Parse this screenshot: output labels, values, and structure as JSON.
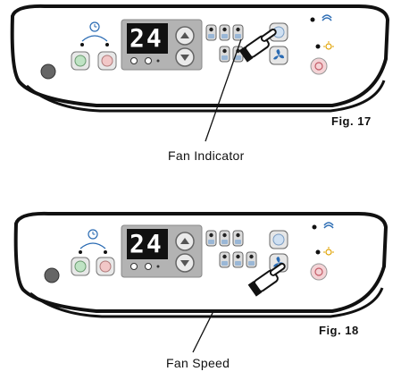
{
  "figures": [
    {
      "display_value": "24",
      "figure_label": "Fig. 17",
      "callout": "Fan Indicator"
    },
    {
      "display_value": "24",
      "figure_label": "Fig. 18",
      "callout": "Fan Speed"
    }
  ],
  "icons": {
    "timer": "clock-icon",
    "power": "power-icon",
    "up": "up-arrow-icon",
    "down": "down-arrow-icon",
    "fan": "fan-icon",
    "mode": "mode-icon",
    "sleep": "sleep-icon",
    "pointer": "pointing-hand-icon"
  }
}
